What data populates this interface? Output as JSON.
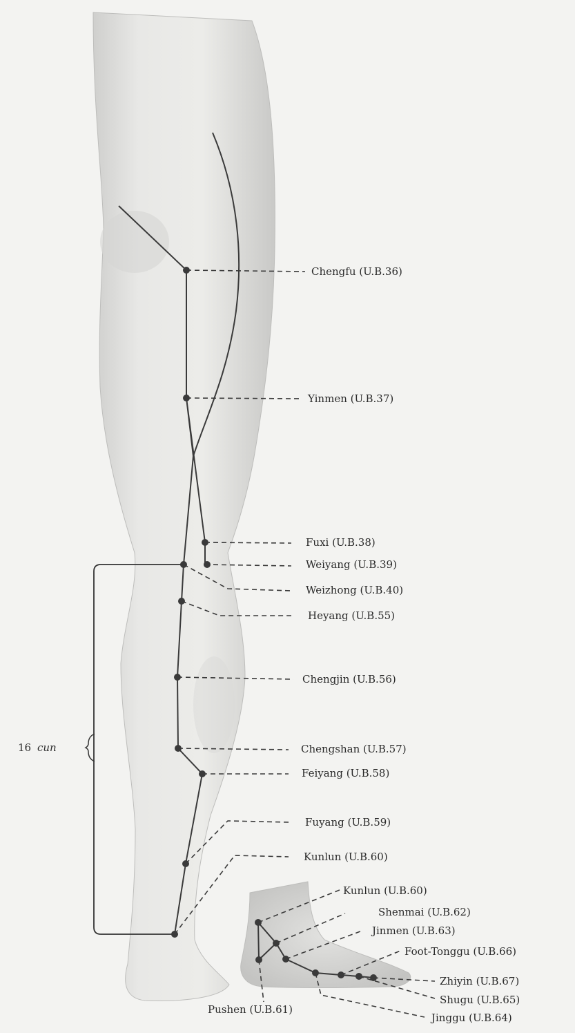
{
  "figure": {
    "measure": {
      "value": "16",
      "unit": "cun"
    },
    "points": [
      {
        "key": "chengfu",
        "label": "Chengfu (U.B.36)"
      },
      {
        "key": "yinmen",
        "label": "Yinmen (U.B.37)"
      },
      {
        "key": "fuxi",
        "label": "Fuxi (U.B.38)"
      },
      {
        "key": "weiyang",
        "label": "Weiyang (U.B.39)"
      },
      {
        "key": "weizhong",
        "label": "Weizhong (U.B.40)"
      },
      {
        "key": "heyang",
        "label": "Heyang (U.B.55)"
      },
      {
        "key": "chengjin",
        "label": "Chengjin (U.B.56)"
      },
      {
        "key": "chengshan",
        "label": "Chengshan (U.B.57)"
      },
      {
        "key": "feiyang",
        "label": "Feiyang (U.B.58)"
      },
      {
        "key": "fuyang",
        "label": "Fuyang (U.B.59)"
      },
      {
        "key": "kunlun_leg",
        "label": "Kunlun (U.B.60)"
      },
      {
        "key": "kunlun_foot",
        "label": "Kunlun (U.B.60)"
      },
      {
        "key": "shenmai",
        "label": "Shenmai (U.B.62)"
      },
      {
        "key": "jinmen",
        "label": "Jinmen (U.B.63)"
      },
      {
        "key": "foot_tonggu",
        "label": "Foot-Tonggu (U.B.66)"
      },
      {
        "key": "zhiyin",
        "label": "Zhiyin (U.B.67)"
      },
      {
        "key": "shugu",
        "label": "Shugu (U.B.65)"
      },
      {
        "key": "jinggu",
        "label": "Jinggu (U.B.64)"
      },
      {
        "key": "pushen",
        "label": "Pushen (U.B.61)"
      }
    ]
  }
}
